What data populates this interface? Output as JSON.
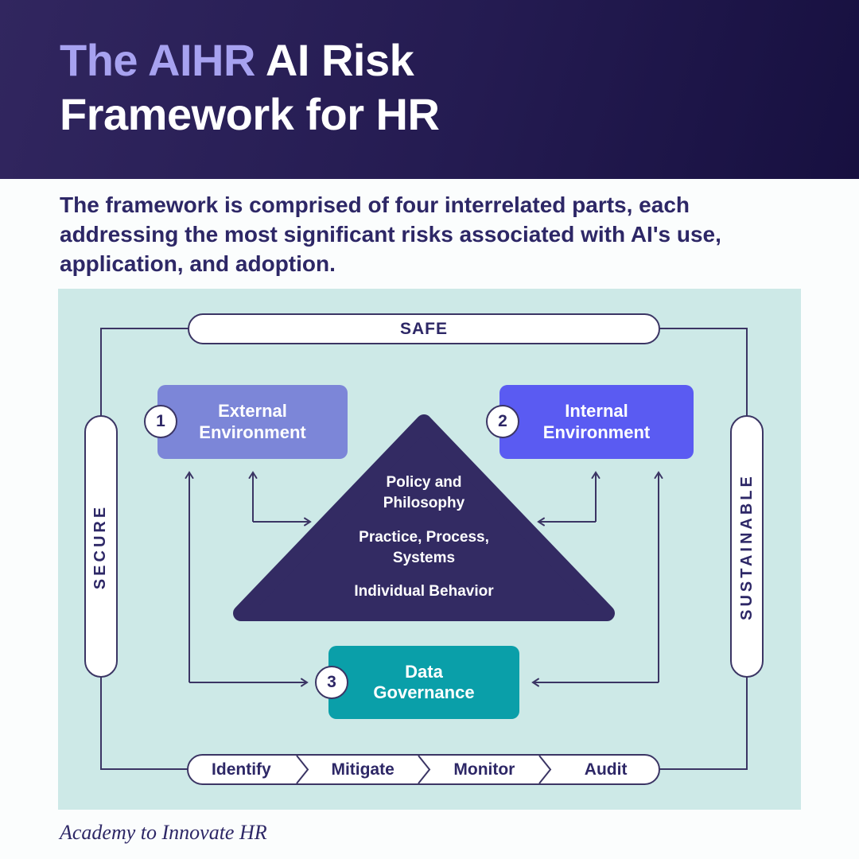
{
  "header": {
    "title_accent": "The AIHR",
    "title_rest_line1": " AI Risk",
    "title_line2": "Framework for HR"
  },
  "intro": {
    "line1": "The framework is comprised of four interrelated parts, each",
    "line2": "addressing the most significant risks associated with AI's use,",
    "line3": "application, and adoption."
  },
  "diagram": {
    "safe_label": "SAFE",
    "secure_label": "SECURE",
    "sustainable_label": "SUSTAINABLE",
    "boxes": {
      "external": {
        "number": "1",
        "line1": "External",
        "line2": "Environment"
      },
      "internal": {
        "number": "2",
        "line1": "Internal",
        "line2": "Environment"
      },
      "data_governance": {
        "number": "3",
        "line1": "Data",
        "line2": "Governance"
      }
    },
    "triangle": {
      "level1_line1": "Policy and",
      "level1_line2": "Philosophy",
      "level2_line1": "Practice, Process,",
      "level2_line2": "Systems",
      "level3": "Individual Behavior"
    },
    "process_steps": [
      "Identify",
      "Mitigate",
      "Monitor",
      "Audit"
    ]
  },
  "footer": {
    "credit": "Academy to Innovate HR"
  },
  "colors": {
    "header_gradient_start": "#31265f",
    "header_gradient_end": "#171040",
    "title_accent": "#a7a2f0",
    "title_main": "#ffffff",
    "body_text": "#2d2766",
    "panel_bg": "#cde9e7",
    "line": "#3b3564",
    "external_box": "#7c86d8",
    "internal_box": "#5a5bf2",
    "data_governance_box": "#0a9fa9",
    "triangle": "#332b63"
  }
}
